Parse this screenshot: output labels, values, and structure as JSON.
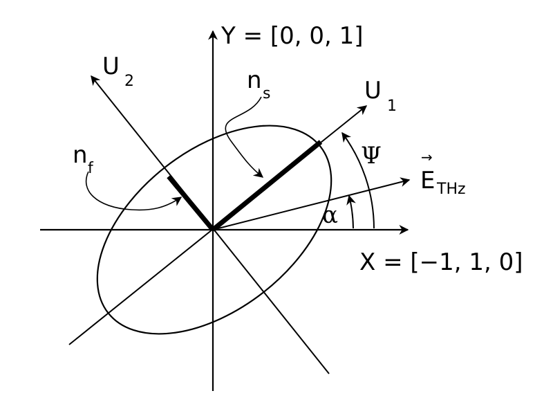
{
  "labels": {
    "y_axis": "Y = [0, 0, 1]",
    "x_axis": "X = [−1, 1, 0]",
    "u1_main": "U",
    "u1_sub": "1",
    "u2_main": "U",
    "u2_sub": "2",
    "ns_main": "n",
    "ns_sub": "s",
    "nf_main": "n",
    "nf_sub": "f",
    "psi": "Ψ",
    "alpha": "α",
    "ethz_main": "E",
    "ethz_sub": "THz",
    "vector_mark": "→"
  },
  "colors": {
    "ink": "#000000",
    "background": "#ffffff"
  }
}
